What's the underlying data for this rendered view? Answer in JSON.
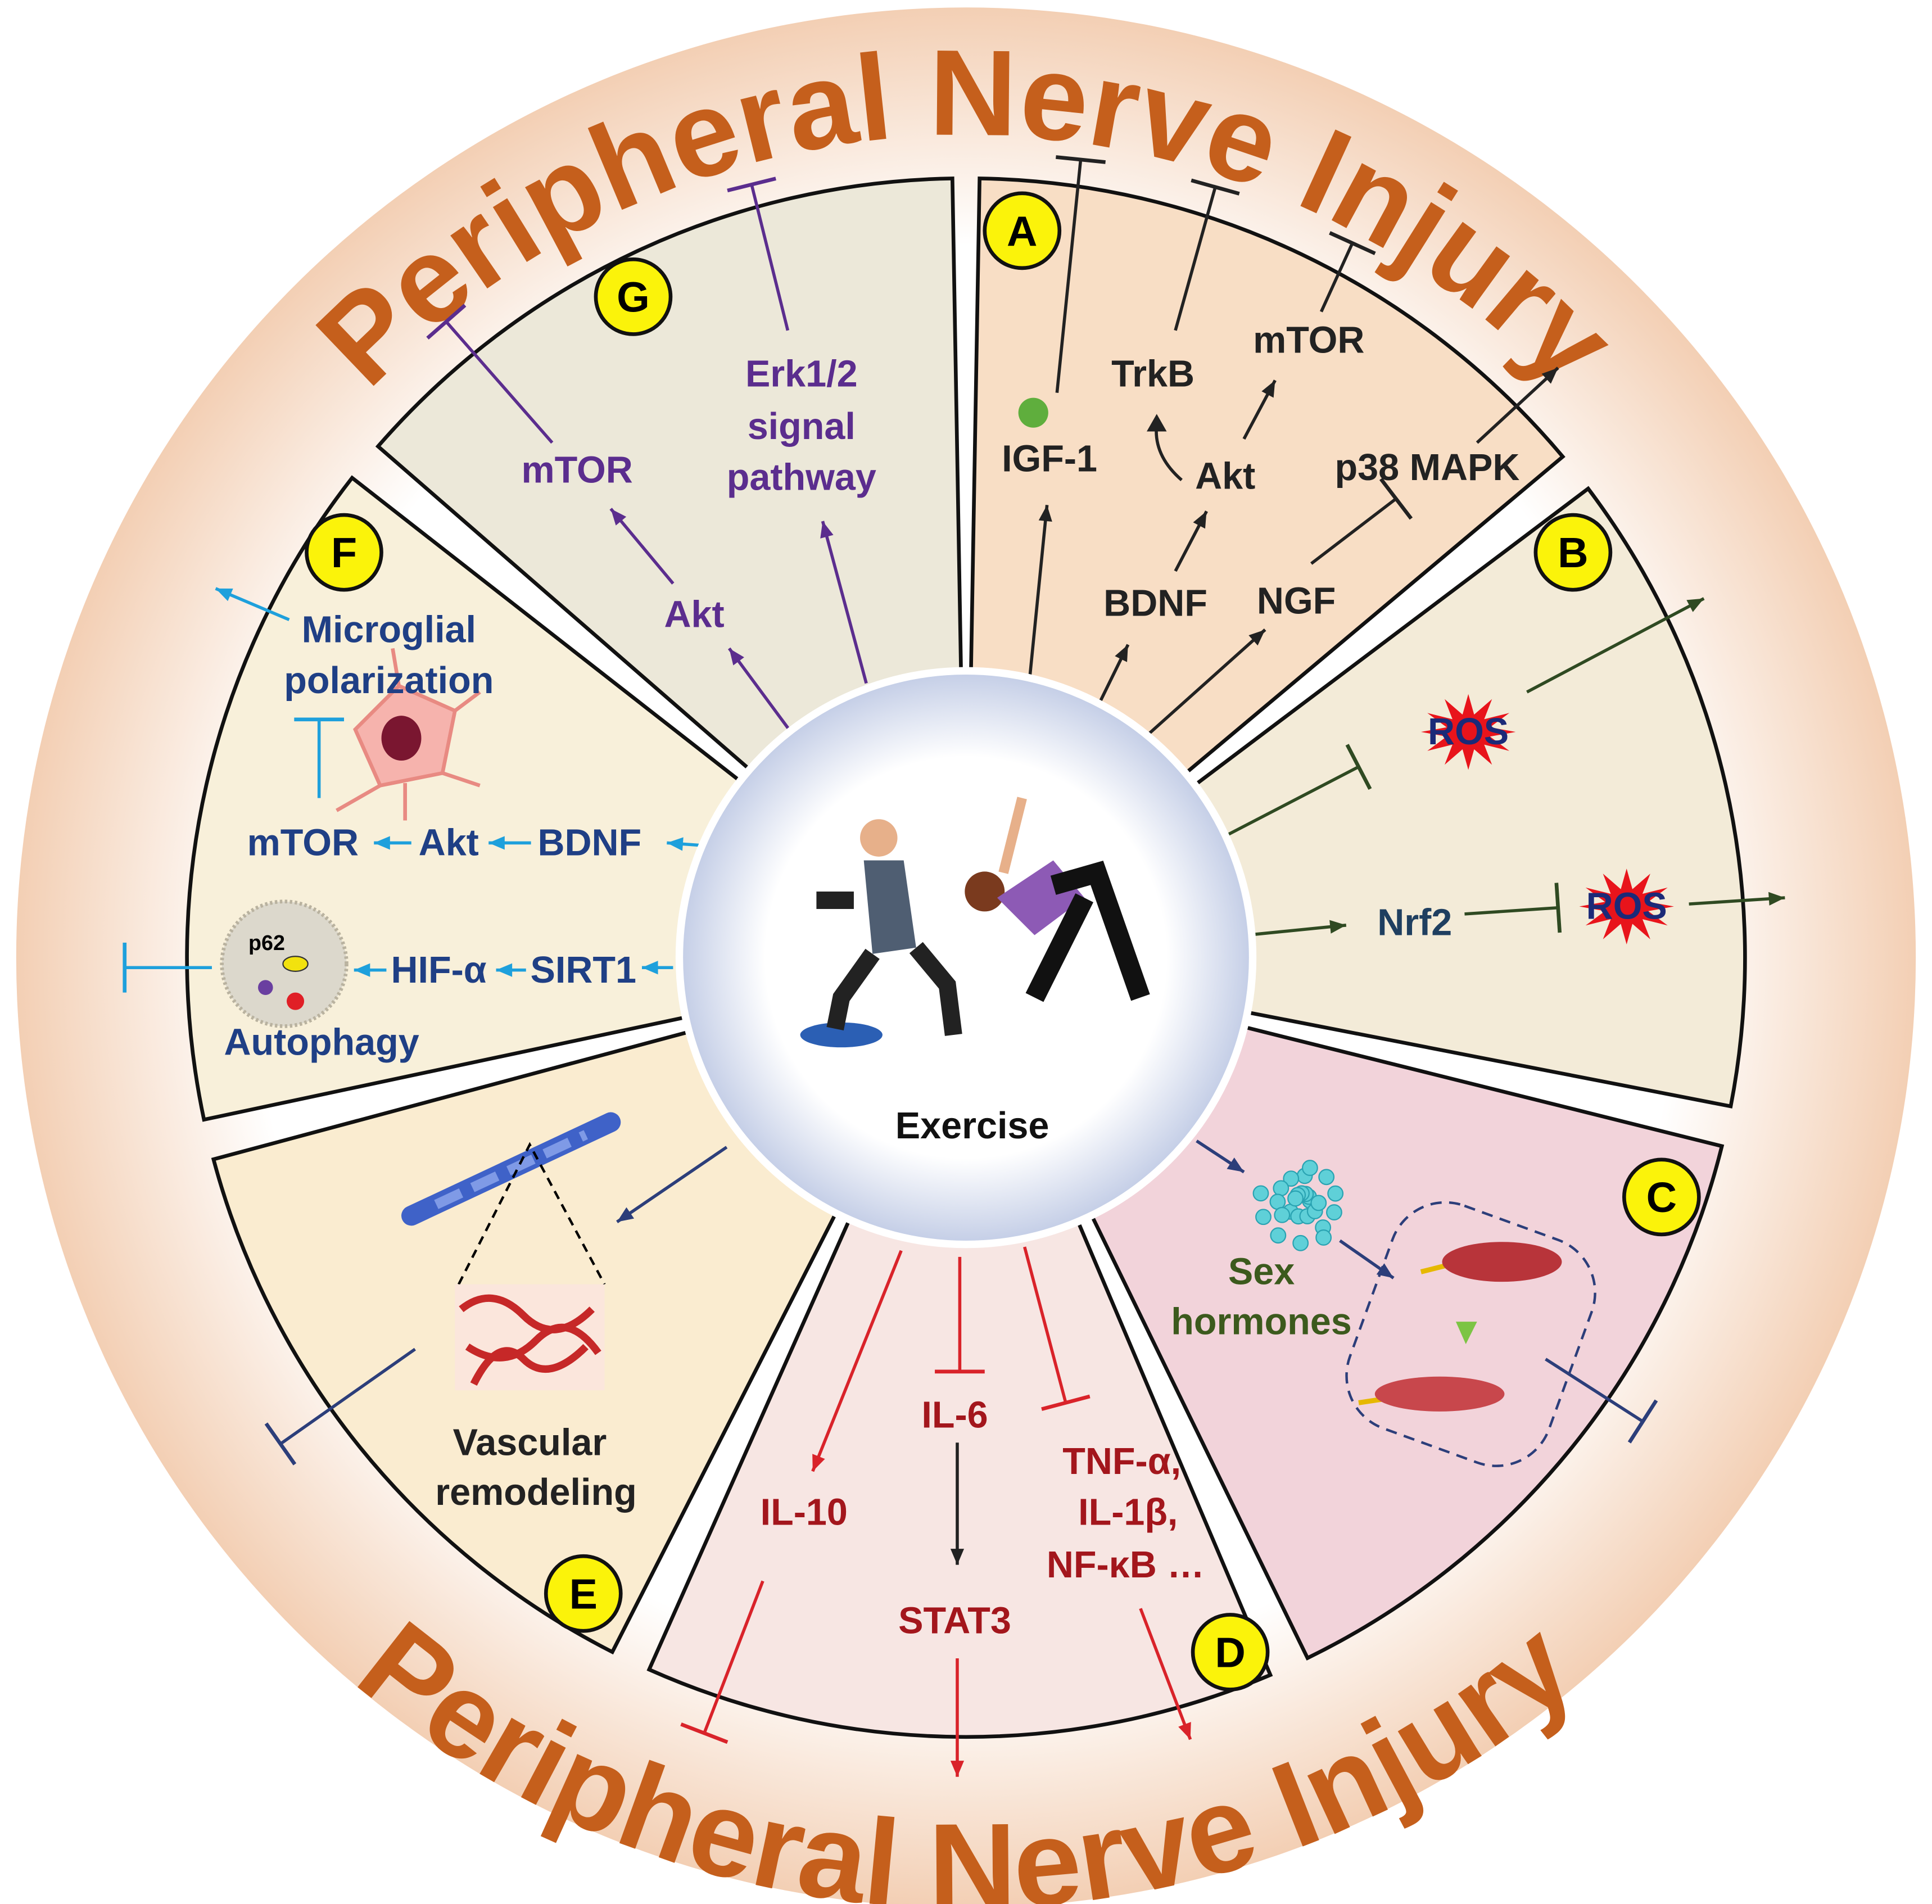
{
  "title_top": "Peripheral Nerve Injury",
  "title_bottom": "Peripheral Nerve Injury",
  "center_label": "Exercise",
  "colors": {
    "title": "#c55f1c",
    "purple": "#5b2d8e",
    "blue": "#1f3f85",
    "cyan": "#1ea0dc",
    "red": "#d9232a",
    "darkred": "#a3161c",
    "green": "#3c5a1d"
  },
  "sectors": {
    "A": {
      "badge": "A",
      "igf1": "IGF-1",
      "trkb": "TrkB",
      "mtor": "mTOR",
      "akt": "Akt",
      "p38": "p38 MAPK",
      "bdnf": "BDNF",
      "ngf": "NGF"
    },
    "B": {
      "badge": "B",
      "ros1": "ROS",
      "nrf2": "Nrf2",
      "ros2": "ROS"
    },
    "C": {
      "badge": "C",
      "sex": "Sex",
      "hormones": "hormones"
    },
    "D": {
      "badge": "D",
      "il10": "IL-10",
      "il6": "IL-6",
      "stat3": "STAT3",
      "tnf": "TNF-α,",
      "il1b": "IL-1β,",
      "nfkb": "NF-κB …"
    },
    "E": {
      "badge": "E",
      "vascular": "Vascular",
      "remodeling": "remodeling"
    },
    "F": {
      "badge": "F",
      "microglial": "Microglial",
      "polarization": "polarization",
      "mtor": "mTOR",
      "akt": "Akt",
      "bdnf": "BDNF",
      "hif": "HIF-α",
      "sirt1": "SIRT1",
      "p62": "p62",
      "autophagy": "Autophagy"
    },
    "G": {
      "badge": "G",
      "mtor": "mTOR",
      "erk": "Erk1/2",
      "signal": "signal",
      "pathway": "pathway",
      "akt": "Akt"
    }
  }
}
